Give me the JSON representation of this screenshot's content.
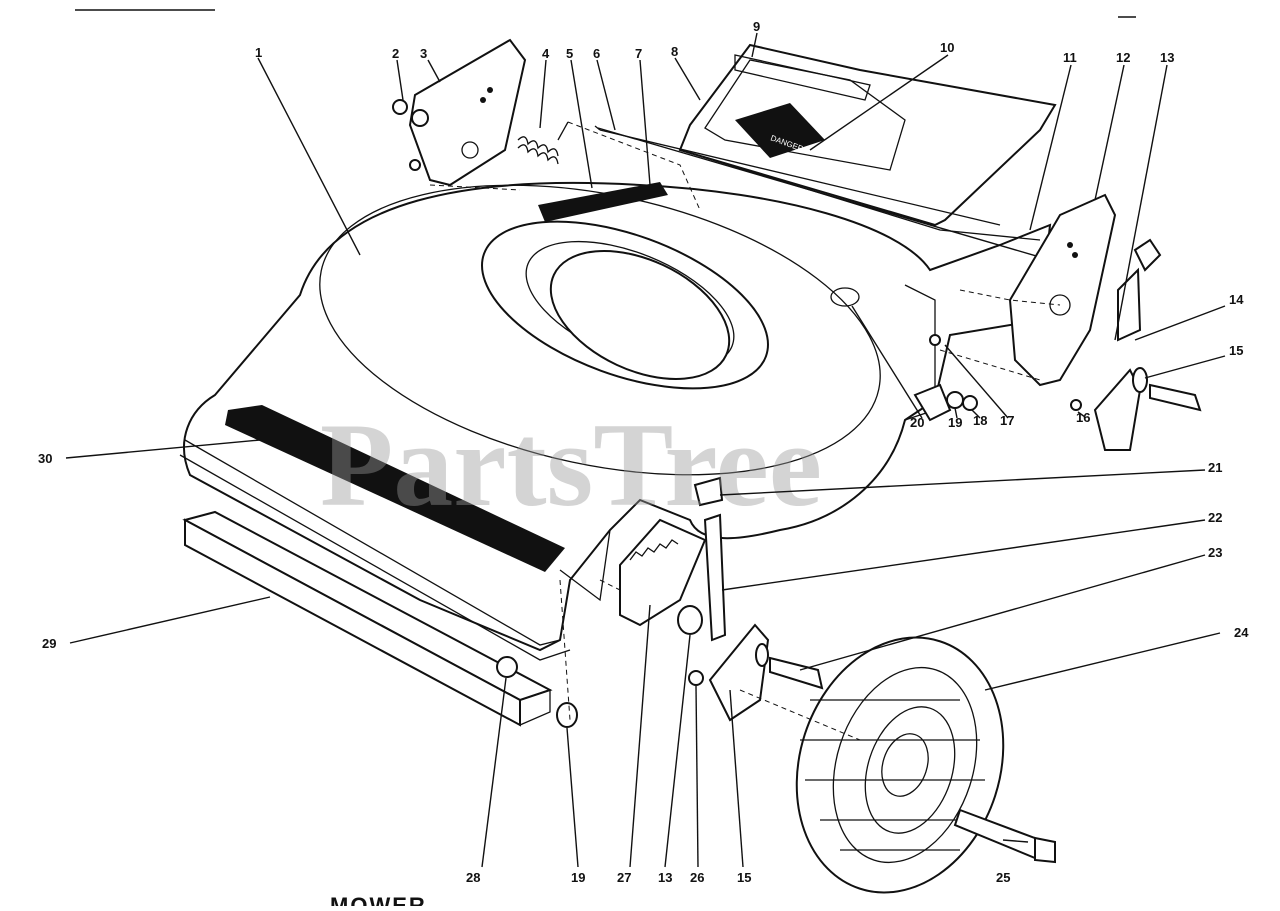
{
  "watermark": "PartsTree",
  "footer_text": "MOWER",
  "decal_danger": "DANGER",
  "callouts": [
    "1",
    "2",
    "3",
    "4",
    "5",
    "6",
    "7",
    "8",
    "9",
    "10",
    "11",
    "12",
    "13",
    "14",
    "15",
    "16",
    "17",
    "18",
    "19",
    "20",
    "21",
    "22",
    "23",
    "24",
    "25",
    "26",
    "27",
    "28",
    "29",
    "30",
    "19",
    "13",
    "15"
  ]
}
